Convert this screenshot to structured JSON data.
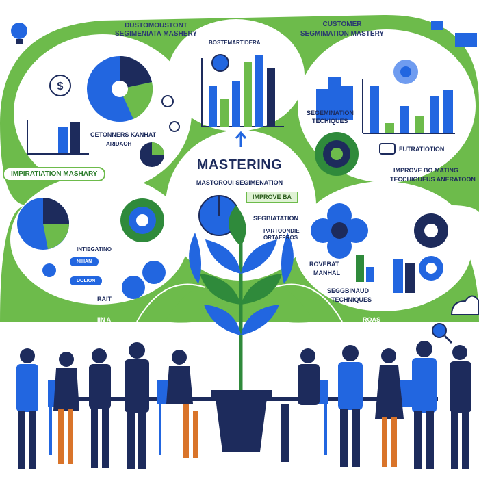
{
  "title": "MASTERING",
  "subtitle": "MASTOROUI SEGIMENATION",
  "header_left": "DUSTOMOUSTONT SEGIMENIATA MASHERY",
  "header_right_line1": "CUSTOMER",
  "header_right_line2": "SEGMIMATION MASTERY",
  "ribbon_left": "IMPIRATIATION MASHARY",
  "ribbon_center": "IMPROVE BA",
  "center_segment": "SEGBIATATION",
  "center_small_1": "PARTOONDIE",
  "center_small_2": "ORTAEPROS",
  "small_top_caption": "BOSTEMARTIDERA",
  "left_chart_label_1": "CETONNERS KANHAT",
  "left_chart_label_2": "ARIDAOH",
  "right_top_label_1": "SEGEMINATION",
  "right_top_label_2": "TECHIQUES",
  "right_futuration": "FUTRATIOTION",
  "right_improve_1": "IMPROVE BO MATING",
  "right_improve_2": "TECCHIGUEUS ANERATOON",
  "right_mid_label_1": "ROVEBAT",
  "right_mid_label_2": "MANHAL",
  "right_bottom_label_1": "SEGGBINAUD",
  "right_bottom_label_2": "TECHNIQUES",
  "left_lower_heading": "INTIEGATINO",
  "pill_1": "NIHAN",
  "pill_2": "DOLION",
  "left_lower_rait": "RAIT",
  "bottom_left_tag": "IIN A",
  "bottom_right_tag": "ROAS",
  "colors": {
    "green": "#6dbb4b",
    "green_dark": "#2f8a3b",
    "blue": "#2266e0",
    "navy": "#1d2b5c",
    "light_green": "#e6f4dd"
  },
  "icons": [
    "lightbulb-icon",
    "dollar-icon",
    "gear-icon",
    "magnifier-icon",
    "cloud-icon",
    "chat-icon",
    "plant-icon",
    "flower-icon",
    "document-icon"
  ]
}
